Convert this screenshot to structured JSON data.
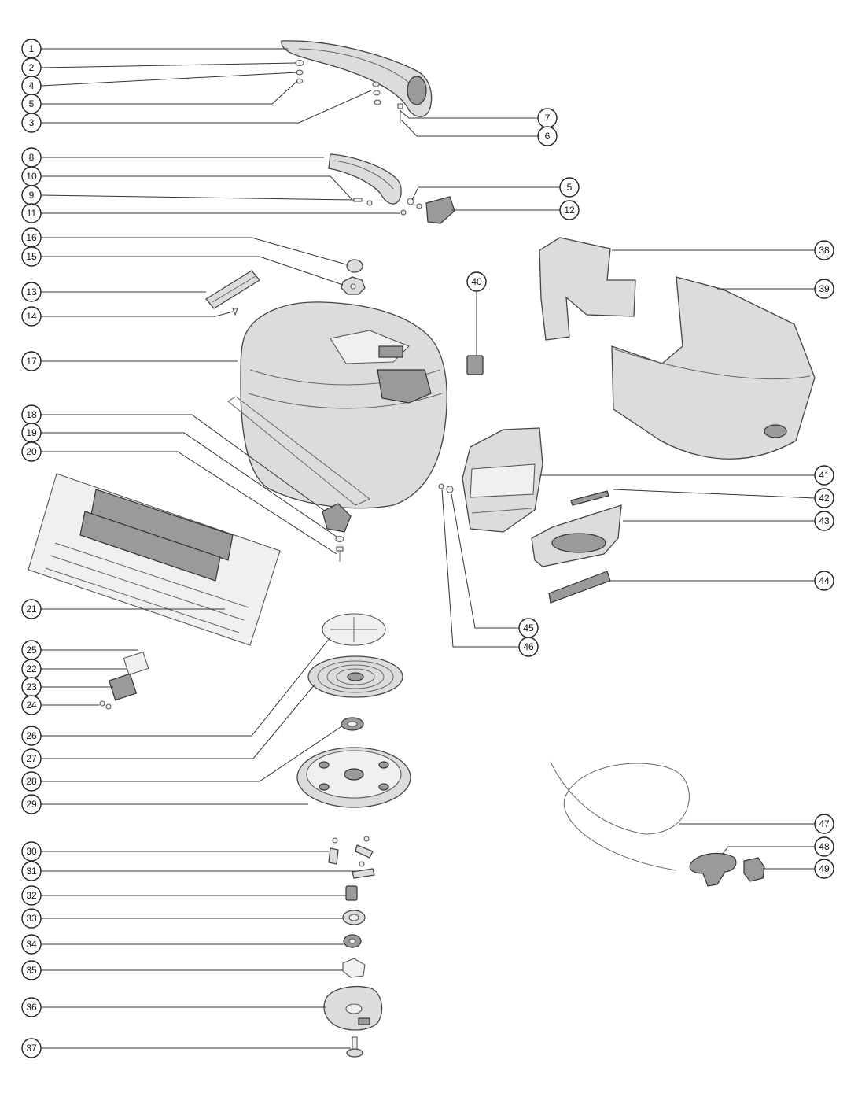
{
  "diagram": {
    "callouts": [
      {
        "id": "c1",
        "label": "1"
      },
      {
        "id": "c2",
        "label": "2"
      },
      {
        "id": "c4",
        "label": "4"
      },
      {
        "id": "c5a",
        "label": "5"
      },
      {
        "id": "c3",
        "label": "3"
      },
      {
        "id": "c7",
        "label": "7"
      },
      {
        "id": "c6",
        "label": "6"
      },
      {
        "id": "c8",
        "label": "8"
      },
      {
        "id": "c10",
        "label": "10"
      },
      {
        "id": "c9",
        "label": "9"
      },
      {
        "id": "c11",
        "label": "11"
      },
      {
        "id": "c5b",
        "label": "5"
      },
      {
        "id": "c12",
        "label": "12"
      },
      {
        "id": "c16",
        "label": "16"
      },
      {
        "id": "c15",
        "label": "15"
      },
      {
        "id": "c13",
        "label": "13"
      },
      {
        "id": "c14",
        "label": "14"
      },
      {
        "id": "c17",
        "label": "17"
      },
      {
        "id": "c18",
        "label": "18"
      },
      {
        "id": "c19",
        "label": "19"
      },
      {
        "id": "c20",
        "label": "20"
      },
      {
        "id": "c21",
        "label": "21"
      },
      {
        "id": "c25",
        "label": "25"
      },
      {
        "id": "c22",
        "label": "22"
      },
      {
        "id": "c23",
        "label": "23"
      },
      {
        "id": "c24",
        "label": "24"
      },
      {
        "id": "c26",
        "label": "26"
      },
      {
        "id": "c27",
        "label": "27"
      },
      {
        "id": "c28",
        "label": "28"
      },
      {
        "id": "c29",
        "label": "29"
      },
      {
        "id": "c30",
        "label": "30"
      },
      {
        "id": "c31",
        "label": "31"
      },
      {
        "id": "c32",
        "label": "32"
      },
      {
        "id": "c33",
        "label": "33"
      },
      {
        "id": "c34",
        "label": "34"
      },
      {
        "id": "c35",
        "label": "35"
      },
      {
        "id": "c36",
        "label": "36"
      },
      {
        "id": "c37",
        "label": "37"
      },
      {
        "id": "c38",
        "label": "38"
      },
      {
        "id": "c39",
        "label": "39"
      },
      {
        "id": "c40",
        "label": "40"
      },
      {
        "id": "c41",
        "label": "41"
      },
      {
        "id": "c42",
        "label": "42"
      },
      {
        "id": "c43",
        "label": "43"
      },
      {
        "id": "c44",
        "label": "44"
      },
      {
        "id": "c45",
        "label": "45"
      },
      {
        "id": "c46",
        "label": "46"
      },
      {
        "id": "c47",
        "label": "47"
      },
      {
        "id": "c48",
        "label": "48"
      },
      {
        "id": "c49",
        "label": "49"
      }
    ]
  }
}
